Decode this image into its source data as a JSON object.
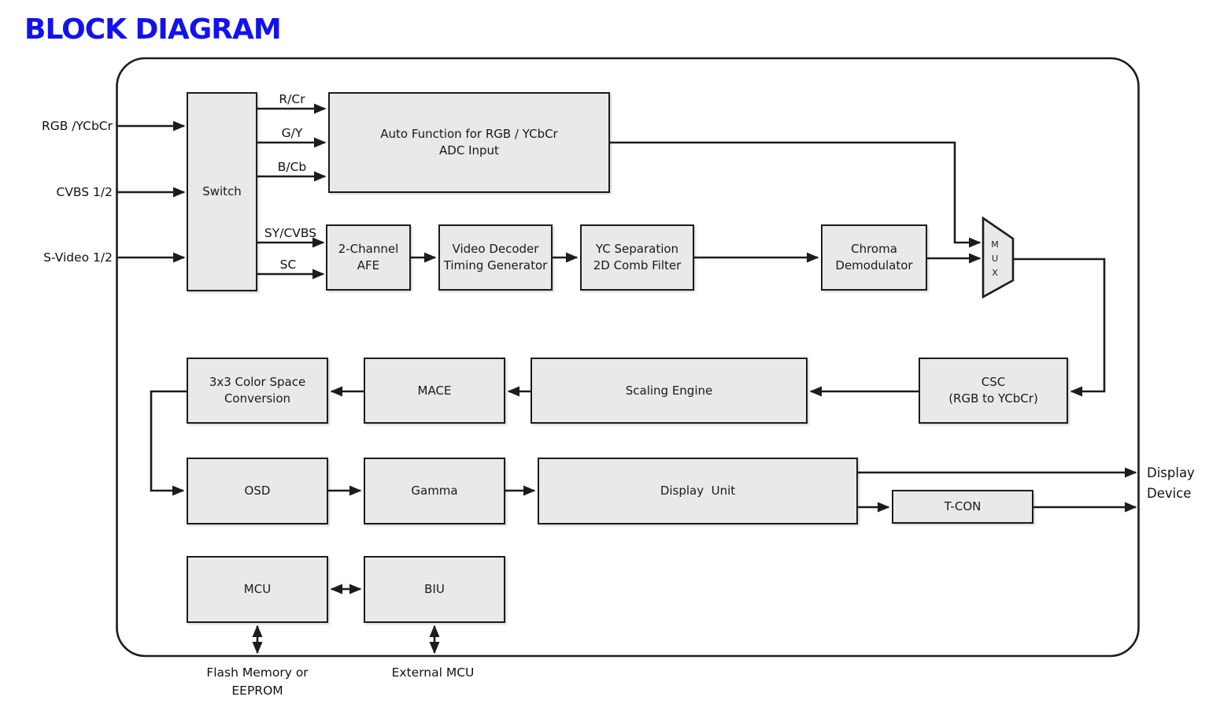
{
  "title": "BLOCK DIAGRAM",
  "colors": {
    "title_color": "#1212ee",
    "block_fill": "#e9e9e9",
    "line_color": "#1c1c1c",
    "page_bg": "#ffffff"
  },
  "inputs": [
    {
      "label": "RGB /YCbCr"
    },
    {
      "label": "CVBS 1/2"
    },
    {
      "label": "S-Video 1/2"
    }
  ],
  "bus_labels": {
    "r_cr": "R/Cr",
    "g_y": "G/Y",
    "b_cb": "B/Cb",
    "sy_cvbs": "SY/CVBS",
    "sc": "SC"
  },
  "blocks": {
    "switch": "Switch",
    "auto_function": "Auto Function for RGB / YCbCr\nADC Input",
    "afe": "2-Channel\nAFE",
    "video_decoder": "Video Decoder\nTiming Generator",
    "yc_separation": "YC Separation\n2D Comb Filter",
    "chroma_demodulator": "Chroma\nDemodulator",
    "csc": "CSC\n(RGB to YCbCr)",
    "scaling_engine": "Scaling Engine",
    "mace": "MACE",
    "color_space_3x3": "3x3 Color Space\nConversion",
    "osd": "OSD",
    "gamma": "Gamma",
    "display_unit": "Display  Unit",
    "tcon": "T-CON",
    "mcu": "MCU",
    "biu": "BIU"
  },
  "mux": {
    "letters": [
      "M",
      "U",
      "X"
    ]
  },
  "external_labels": {
    "display_device": "Display\nDevice",
    "flash": "Flash Memory or\nEEPROM",
    "external_mcu": "External MCU"
  }
}
